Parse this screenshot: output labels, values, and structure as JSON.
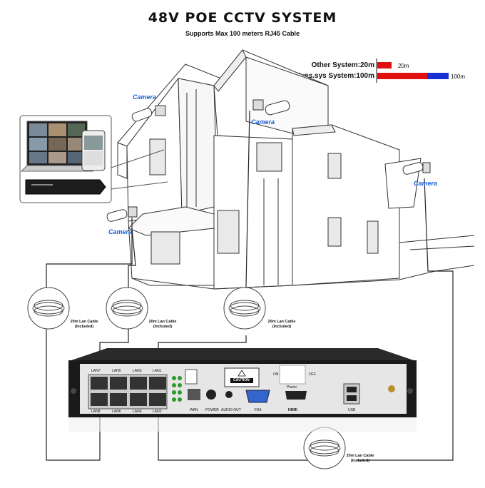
{
  "header": {
    "title": "48V POE CCTV SYSTEM",
    "subtitle": "Supports Max 100 meters RJ45 Cable"
  },
  "comparison": {
    "other": {
      "label": "Other System:20m",
      "value_label": "20m",
      "meters": 20
    },
    "eyes": {
      "label": "Eyes.sys System:100m",
      "value_label": "100m",
      "meters": 100
    },
    "colors": {
      "red": "#e01010",
      "blue": "#1a2fd6"
    }
  },
  "cameras": {
    "label": "Camera"
  },
  "cables": {
    "label_line1": "20m Lan Cable",
    "label_line2": "(Included)"
  },
  "nvr": {
    "lan_ports": [
      "LAN1",
      "LAN2",
      "LAN3",
      "LAN4",
      "LAN5",
      "LAN6",
      "LAN7",
      "LAN8"
    ],
    "wan": "WAN",
    "power": "POWER",
    "audio_out": "AUDIO OUT",
    "vga": "VGA",
    "power_switch_label": "Power",
    "on": "ON",
    "off": "OFF",
    "usb": "USB",
    "caution": "CAUTION",
    "hdmi": "HDMI"
  }
}
